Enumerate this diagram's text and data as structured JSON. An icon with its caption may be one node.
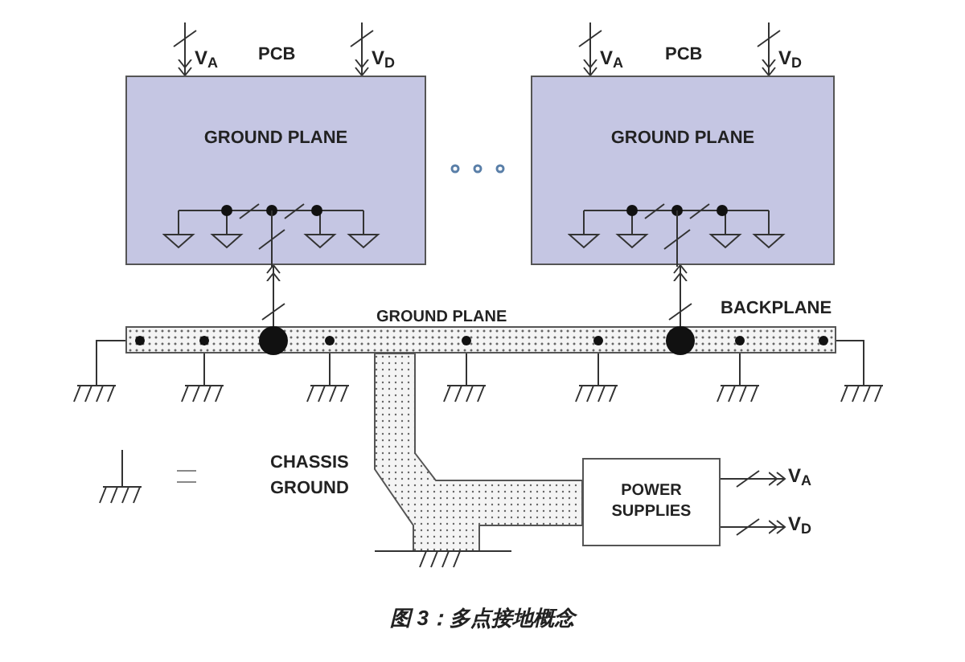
{
  "diagram": {
    "nodes": [
      {
        "text": [
          "PCB",
          "GROUND PLANE"
        ]
      },
      {
        "text": [
          "PCB",
          "GROUND PLANE"
        ]
      },
      {
        "text": [
          "GROUND PLANE",
          "BACKPLANE"
        ]
      },
      {
        "text": [
          "POWER SUPPLIES"
        ]
      }
    ],
    "edges": [
      {
        "from": null,
        "to": 0,
        "arrow": "to",
        "label": "V$_{A}$"
      },
      {
        "from": null,
        "to": 0,
        "arrow": "to",
        "label": "V$_{D}$"
      },
      {
        "from": null,
        "to": 1,
        "arrow": "to",
        "label": "V$_{A}$"
      },
      {
        "from": null,
        "to": 1,
        "arrow": "to",
        "label": "V$_{D}$"
      },
      {
        "from": 2,
        "to": 0,
        "arrow": "to"
      },
      {
        "from": 2,
        "to": 1,
        "arrow": "to"
      },
      {
        "from": 3,
        "to": null,
        "arrow": "to",
        "label": "V$_{A}$"
      },
      {
        "from": 3,
        "to": null,
        "arrow": "to",
        "label": "V$_{D}$"
      }
    ],
    "legend": [
      {
        "text": "CHASSIS GROUND"
      }
    ],
    "caption": "图 3：多点接地概念"
  }
}
